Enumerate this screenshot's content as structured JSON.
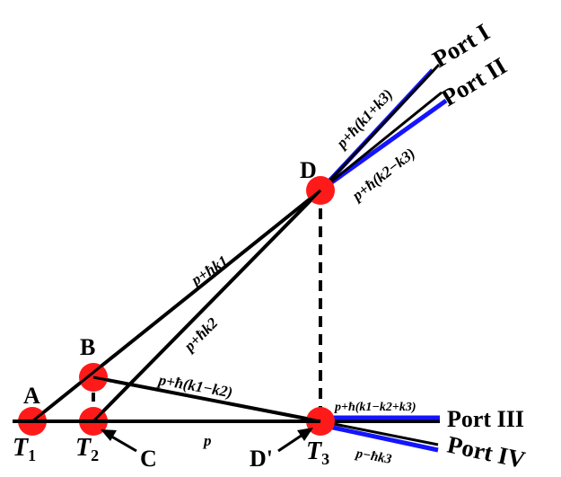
{
  "points": {
    "A": "A",
    "B": "B",
    "C": "C",
    "D": "D",
    "D_prime": "D'"
  },
  "times": {
    "t1_base": "T",
    "t1_sub": "1",
    "t2_base": "T",
    "t2_sub": "2",
    "t3_base": "T",
    "t3_sub": "3"
  },
  "ports": {
    "port1": "Port I",
    "port2": "Port II",
    "port3": "Port III",
    "port4": "Port IV"
  },
  "momenta": {
    "p": "p",
    "p_hk1": "p+ħk1",
    "p_hk2": "p+ħk2",
    "p_h_k1_minus_k2": "p+ħ(k1−k2)",
    "p_h_k1_plus_k3": "p+ħ(k1+k3)",
    "p_h_k2_minus_k3": "p+ħ(k2−k3)",
    "p_h_k1_k2_k3": "p+ħ(k1−k2+k3)",
    "p_minus_hk3": "p−ħk3"
  },
  "colors": {
    "node": "#ff1a1a",
    "line": "#000000",
    "port_path": "#1414ff"
  }
}
